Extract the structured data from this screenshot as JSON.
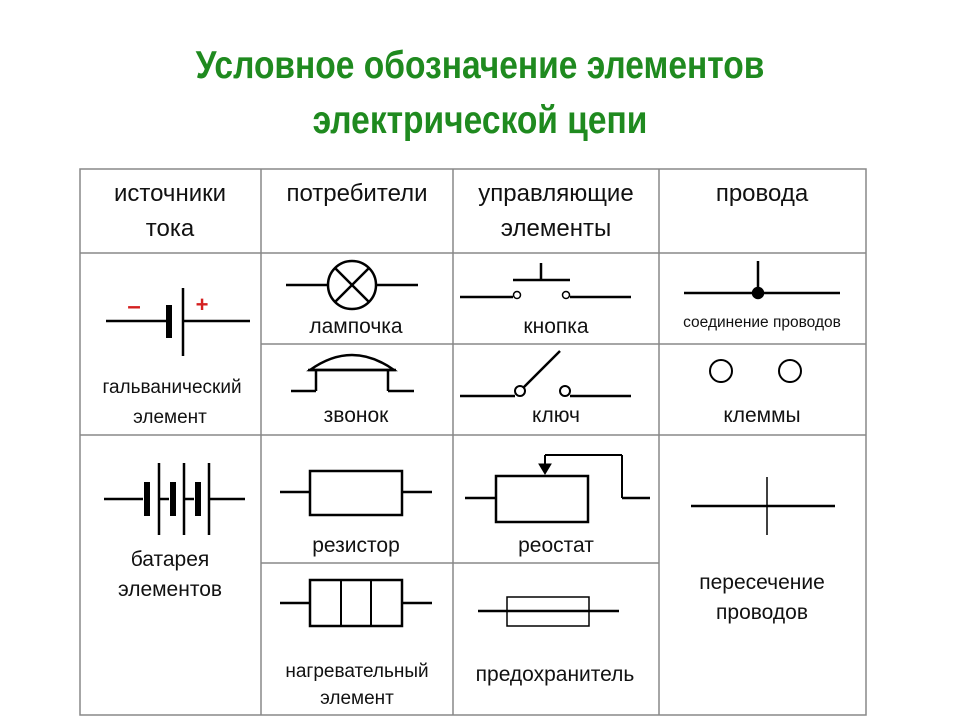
{
  "title": {
    "line1": "Условное обозначение элементов",
    "line2": "электрической цепи"
  },
  "headers": {
    "col1_line1": "источники",
    "col1_line2": "тока",
    "col2": "потребители",
    "col3_line1": "управляющие",
    "col3_line2": "элементы",
    "col4": "провода"
  },
  "labels": {
    "lamp": "лампочка",
    "button": "кнопка",
    "wire_junction": "соединение проводов",
    "galvanic_line1": "гальванический",
    "galvanic_line2": "элемент",
    "minus": "–",
    "plus": "+",
    "bell": "звонок",
    "switch": "ключ",
    "terminals": "клеммы",
    "resistor": "резистор",
    "rheostat": "реостат",
    "battery_line1": "батарея",
    "battery_line2": "элементов",
    "crossing_line1": "пересечение",
    "crossing_line2": "проводов",
    "heater_line1": "нагревательный",
    "heater_line2": "элемент",
    "fuse": "предохранитель"
  },
  "colors": {
    "title": "#1f8a1f",
    "polarity": "#d42020",
    "lines": "#000000",
    "grid": "#888888"
  }
}
